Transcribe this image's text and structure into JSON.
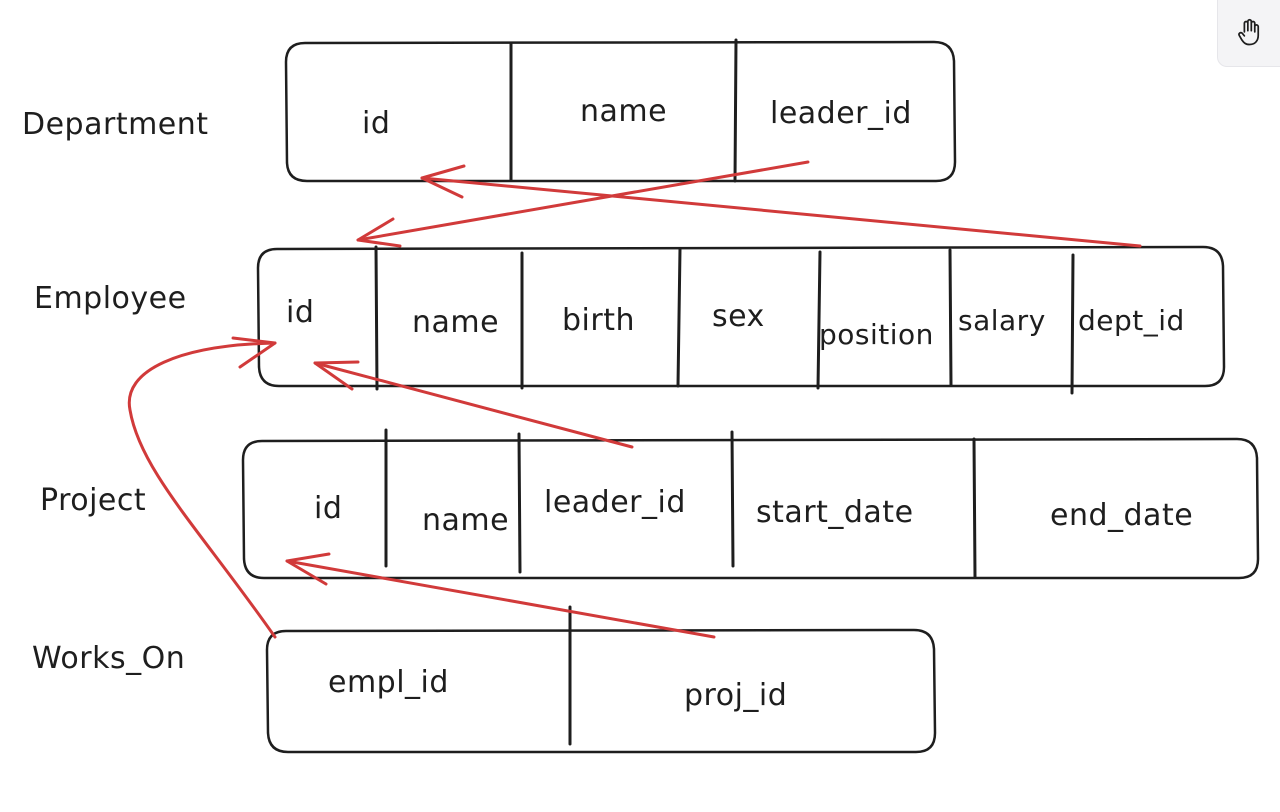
{
  "tables": [
    {
      "label": "Department",
      "columns": [
        "id",
        "name",
        "leader_id"
      ]
    },
    {
      "label": "Employee",
      "columns": [
        "id",
        "name",
        "birth",
        "sex",
        "position",
        "salary",
        "dept_id"
      ]
    },
    {
      "label": "Project",
      "columns": [
        "id",
        "name",
        "leader_id",
        "start_date",
        "end_date"
      ]
    },
    {
      "label": "Works_On",
      "columns": [
        "empl_id",
        "proj_id"
      ]
    }
  ],
  "relations": [
    {
      "from": "Department.leader_id",
      "to": "Employee.id"
    },
    {
      "from": "Employee.dept_id",
      "to": "Department.id"
    },
    {
      "from": "Project.leader_id",
      "to": "Employee.id"
    },
    {
      "from": "Works_On.empl_id",
      "to": "Employee.id"
    },
    {
      "from": "Works_On.proj_id",
      "to": "Project.id"
    }
  ],
  "colors": {
    "stroke": "#1e1e1e",
    "arrow": "#d13a3a",
    "background": "#ffffff"
  },
  "toolbar": {
    "hand_tool_icon": "hand-icon"
  }
}
